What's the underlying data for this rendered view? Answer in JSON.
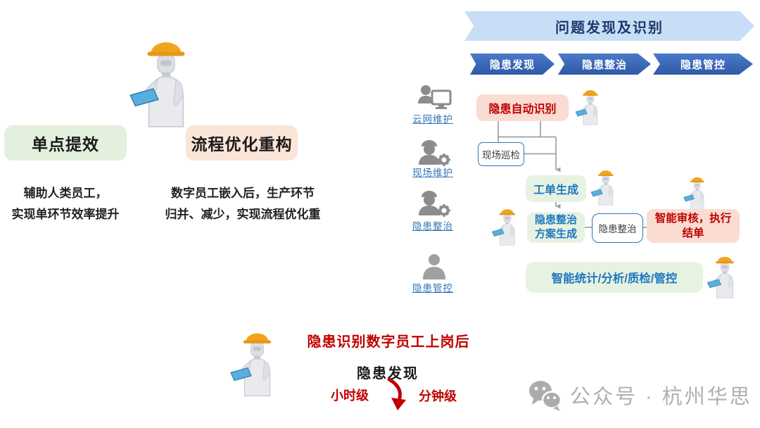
{
  "header": {
    "banner_title": "问题发现及识别",
    "stages": [
      {
        "label": "隐患发现"
      },
      {
        "label": "隐患整治"
      },
      {
        "label": "隐患管控"
      }
    ]
  },
  "left_panel": {
    "box1": {
      "title": "单点提效",
      "line1": "辅助人类员工，",
      "line2": "实现单环节效率提升"
    },
    "box2": {
      "title": "流程优化重构",
      "line1": "数字员工嵌入后，生产环节",
      "line2": "归并、减少，实现流程优化重"
    }
  },
  "roles": [
    {
      "label": "云网维护",
      "icon": "operator-monitor-icon"
    },
    {
      "label": "现场维护",
      "icon": "worker-gear-icon"
    },
    {
      "label": "隐患整治",
      "icon": "worker-gear-icon"
    },
    {
      "label": "隐患管控",
      "icon": "person-icon"
    }
  ],
  "flow": {
    "auto_identify": "隐患自动识别",
    "site_patrol": "现场巡检",
    "work_order": "工单生成",
    "plan_line1": "隐患整治",
    "plan_line2": "方案生成",
    "remediation": "隐患整治",
    "review_line1": "智能审核，执行",
    "review_line2": "结单",
    "stats": "智能统计/分析/质检/管控"
  },
  "bottom": {
    "headline": "隐患识别数字员工上岗后",
    "metric_label": "隐患发现",
    "before": "小时级",
    "after": "分钟级"
  },
  "watermark": {
    "text": "公众号 · 杭州华思"
  },
  "colors": {
    "accent_red": "#c00000",
    "flow_text_blue": "#1e78be",
    "role_label_blue": "#2e75b6",
    "stage_chevron_blue": "#2e59a6",
    "banner_light_blue": "#c8def6",
    "green_box": "#e7f2e3",
    "peach_box": "#fadcd2",
    "connector_gray": "#9ba1a8",
    "watermark_gray": "#afafaf",
    "robot_hat_yellow": "#f2a41c",
    "robot_tablet_blue": "#58aedc"
  }
}
